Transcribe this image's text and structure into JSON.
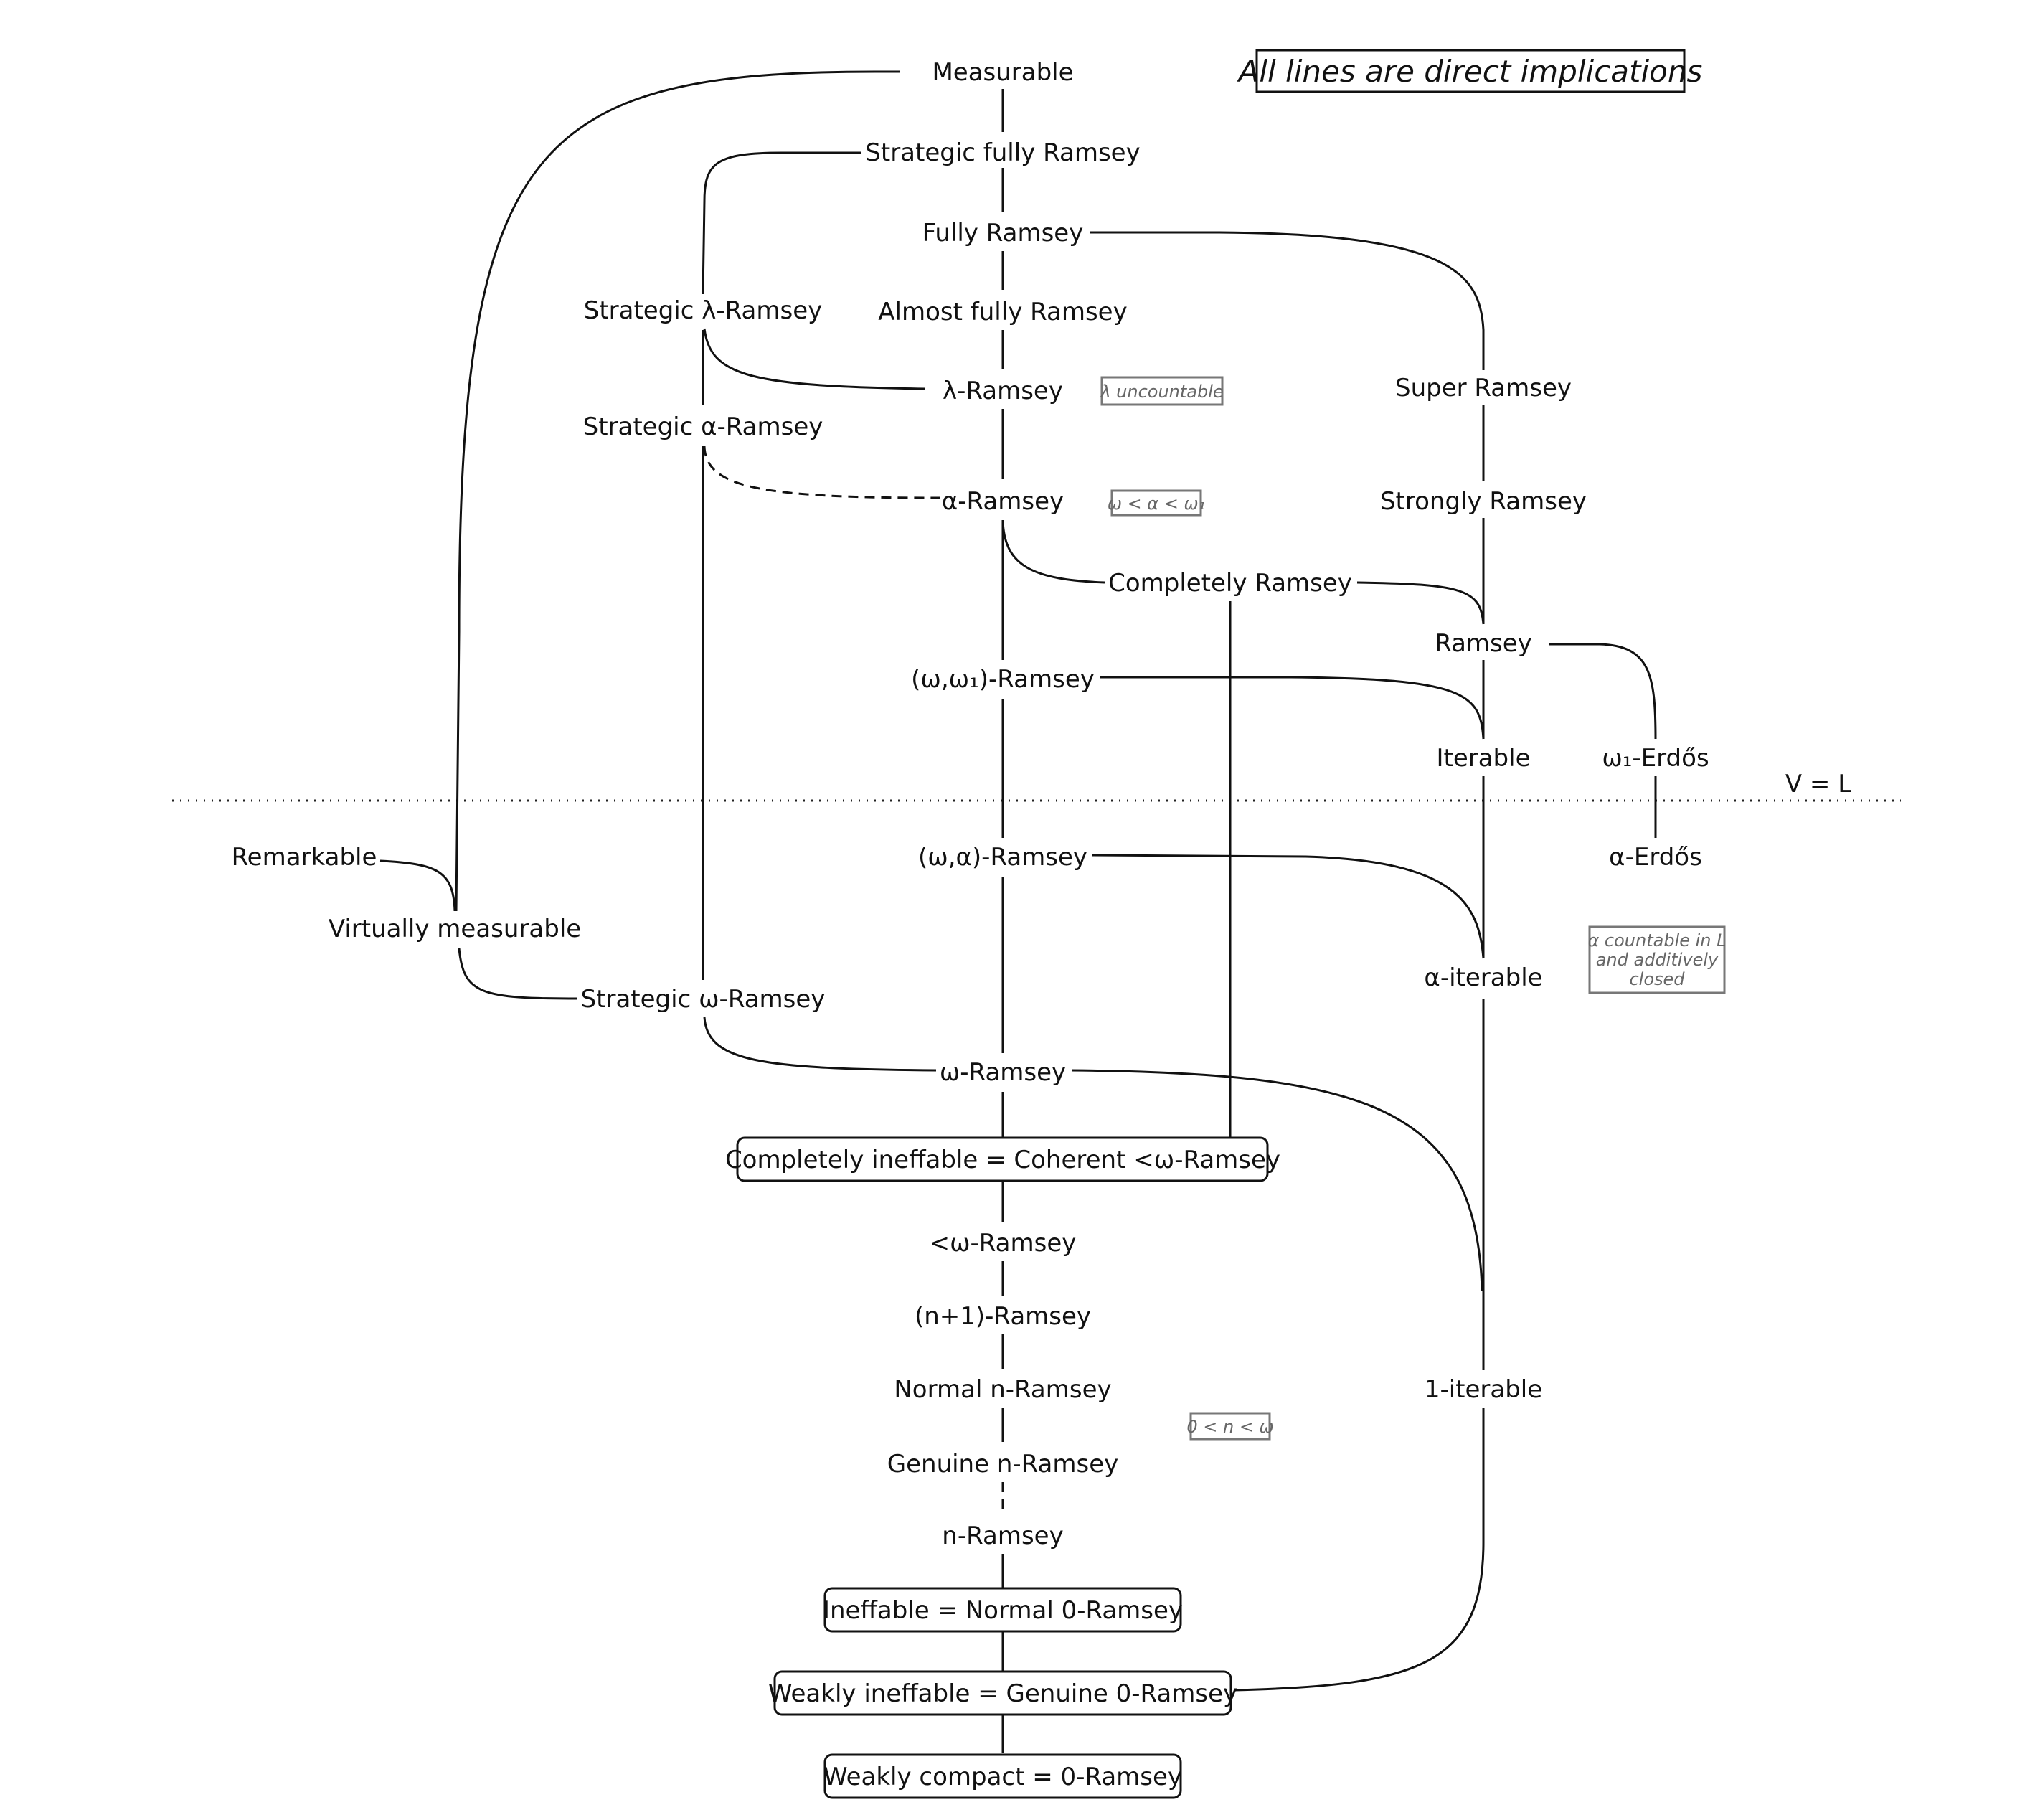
{
  "title": "All lines are direct implications",
  "vl_label": "V = L",
  "nodes": {
    "measurable": "Measurable",
    "strategic_fully_ramsey": "Strategic fully Ramsey",
    "fully_ramsey": "Fully Ramsey",
    "almost_fully_ramsey": "Almost fully Ramsey",
    "strategic_lambda_ramsey": "Strategic λ-Ramsey",
    "lambda_ramsey": "λ-Ramsey",
    "strategic_alpha_ramsey": "Strategic α-Ramsey",
    "alpha_ramsey": "α-Ramsey",
    "super_ramsey": "Super Ramsey",
    "strongly_ramsey": "Strongly Ramsey",
    "completely_ramsey": "Completely Ramsey",
    "ramsey": "Ramsey",
    "omega_omega1_ramsey": "(ω,ω₁)-Ramsey",
    "iterable": "Iterable",
    "omega1_erdos": "ω₁-Erdős",
    "omega_alpha_ramsey": "(ω,α)-Ramsey",
    "alpha_erdos": "α-Erdős",
    "remarkable": "Remarkable",
    "virtually_measurable": "Virtually measurable",
    "alpha_iterable": "α-iterable",
    "strategic_omega_ramsey": "Strategic ω-Ramsey",
    "omega_ramsey": "ω-Ramsey",
    "completely_ineffable": "Completely ineffable = Coherent <ω-Ramsey",
    "lt_omega_ramsey": "<ω-Ramsey",
    "n_plus_1_ramsey": "(n+1)-Ramsey",
    "normal_n_ramsey": "Normal n-Ramsey",
    "genuine_n_ramsey": "Genuine n-Ramsey",
    "n_ramsey": "n-Ramsey",
    "one_iterable": "1-iterable",
    "ineffable": "Ineffable = Normal 0-Ramsey",
    "weakly_ineffable": "Weakly ineffable = Genuine 0-Ramsey",
    "weakly_compact": "Weakly compact = 0-Ramsey"
  },
  "notes": {
    "lambda_uncountable": "λ uncountable",
    "alpha_range": "ω < α < ω₁",
    "alpha_countable_l1": "α countable in L",
    "alpha_countable_l2": "and additively",
    "alpha_countable_l3": "closed",
    "n_range": "0 < n < ω"
  }
}
